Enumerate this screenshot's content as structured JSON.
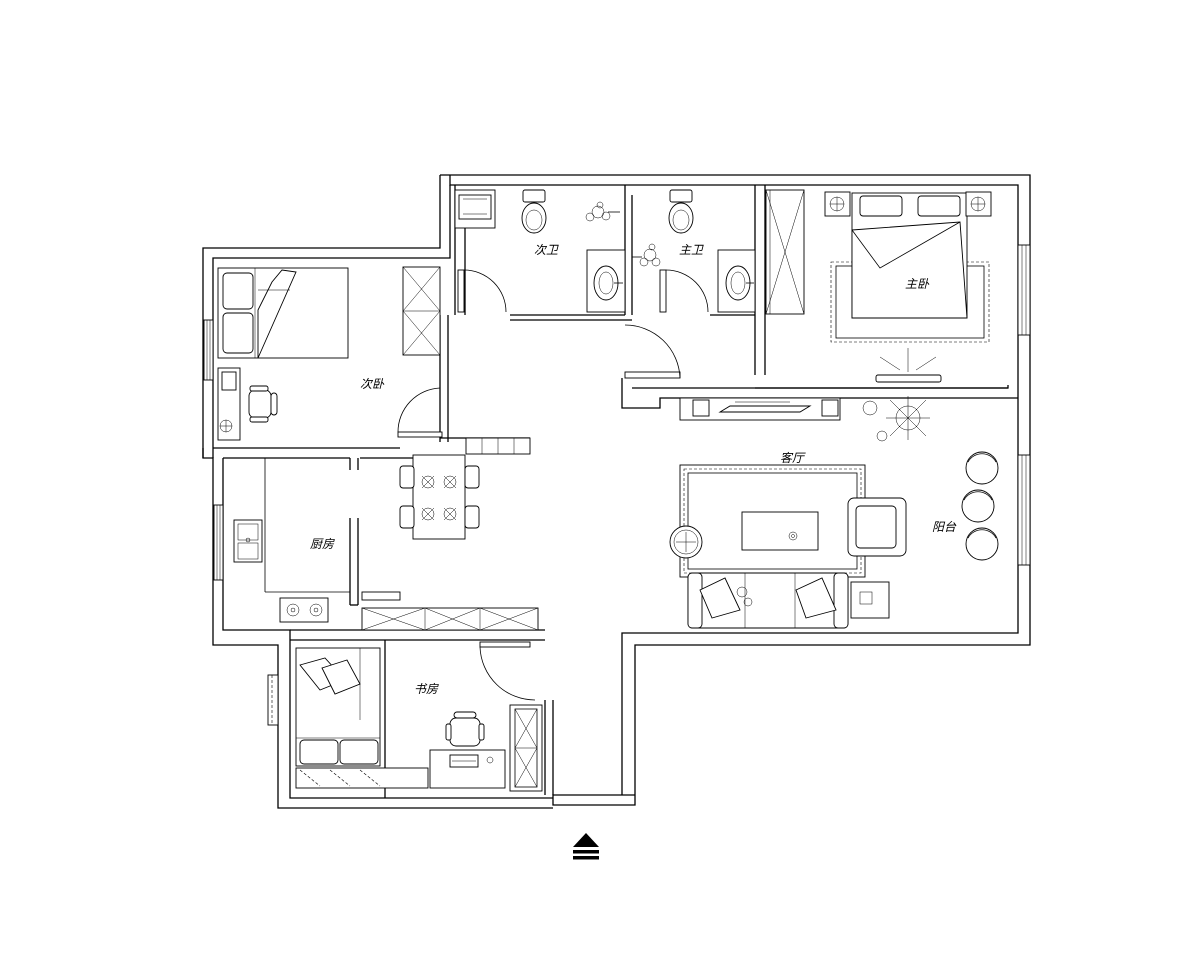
{
  "plan": {
    "rooms": {
      "second_bath": "次卫",
      "master_bath": "主卫",
      "master_bedroom": "主卧",
      "second_bedroom": "次卧",
      "kitchen": "厨房",
      "living_room": "客厅",
      "balcony": "阳台",
      "study": "书房"
    },
    "north_marker_icon": "eject-arrow-icon",
    "line_color": "#000000",
    "background": "#ffffff"
  }
}
